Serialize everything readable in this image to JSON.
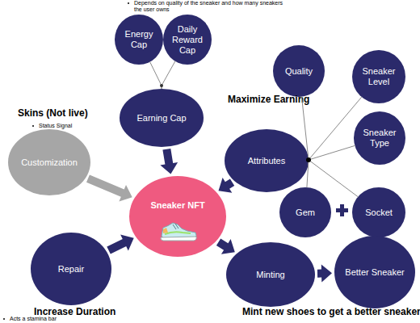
{
  "diagram": {
    "nodes": [
      {
        "text": [
          "Energy Cap"
        ]
      },
      {
        "text": [
          "Daily Reward Cap"
        ]
      },
      {
        "text": [
          "Quality"
        ]
      },
      {
        "text": [
          "Sneaker Level"
        ]
      },
      {
        "text": [
          "Earning Cap"
        ]
      },
      {
        "text": [
          "Sneaker Type"
        ]
      },
      {
        "text": [
          "Skins (Not live)",
          "Status Signal",
          "Customization"
        ]
      },
      {
        "text": [
          "Maximize Earning",
          "Attributes"
        ]
      },
      {
        "text": [
          "Sneaker NFT"
        ]
      },
      {
        "text": [
          "Gem"
        ]
      },
      {
        "text": [
          "Socket"
        ]
      },
      {
        "text": [
          "Repair",
          "Increase Duration",
          "Acts a stamina bar"
        ]
      },
      {
        "text": [
          "Minting"
        ]
      },
      {
        "text": [
          "Better Sneaker"
        ]
      }
    ],
    "edges": [
      {
        "from": 0,
        "to": 4,
        "arrow": "none"
      },
      {
        "from": 1,
        "to": 4,
        "arrow": "none"
      },
      {
        "from": 4,
        "to": 8,
        "arrow": "to"
      },
      {
        "from": 6,
        "to": 8,
        "arrow": "to"
      },
      {
        "from": 7,
        "to": 8,
        "arrow": "to"
      },
      {
        "from": 7,
        "to": 2,
        "arrow": "none"
      },
      {
        "from": 7,
        "to": 3,
        "arrow": "none"
      },
      {
        "from": 7,
        "to": 5,
        "arrow": "none"
      },
      {
        "from": 7,
        "to": 10,
        "arrow": "none"
      },
      {
        "from": 7,
        "to": 9,
        "arrow": "none"
      },
      {
        "from": 11,
        "to": 8,
        "arrow": "to"
      },
      {
        "from": 8,
        "to": 12,
        "arrow": "to"
      },
      {
        "from": 12,
        "to": 13,
        "arrow": "to"
      }
    ],
    "labels": [
      "Depends on quality of the sneaker and how many sneakers the user owns",
      "Mint new shoes to get a better sneaker"
    ]
  }
}
